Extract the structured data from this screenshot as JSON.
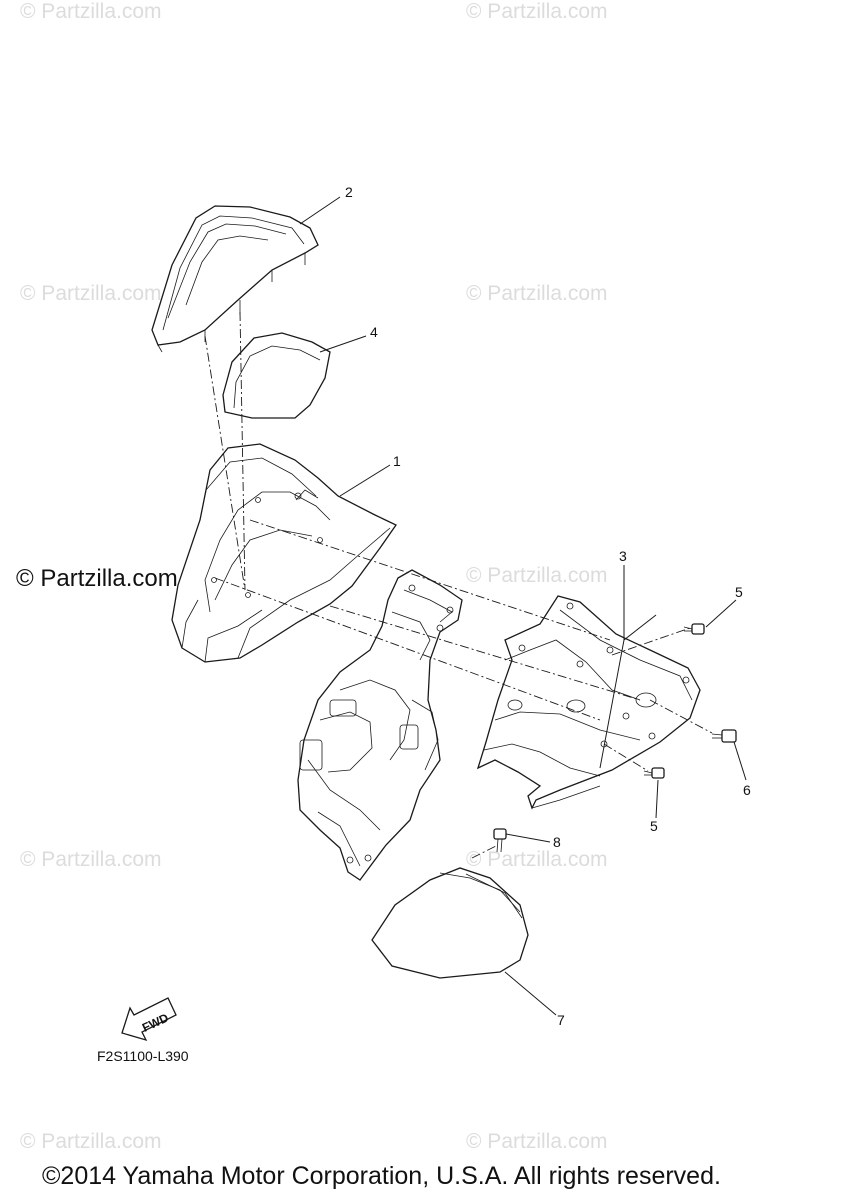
{
  "watermarks": [
    "© Partzilla.com",
    "© Partzilla.com",
    "© Partzilla.com",
    "© Partzilla.com",
    "© Partzilla.com",
    "© Partzilla.com",
    "© Partzilla.com",
    "© Partzilla.com",
    "© Partzilla.com"
  ],
  "watermark_main": "© Partzilla.com",
  "callouts": [
    "2",
    "4",
    "1",
    "3",
    "5",
    "6",
    "5",
    "8",
    "7"
  ],
  "fwd_label": "FWD",
  "diagram_code": "F2S1100-L390",
  "copyright": "©2014 Yamaha Motor Corporation, U.S.A. All rights reserved.",
  "colors": {
    "line": "#1a1a1a",
    "watermark": "#dcdcdc",
    "background": "#ffffff"
  }
}
